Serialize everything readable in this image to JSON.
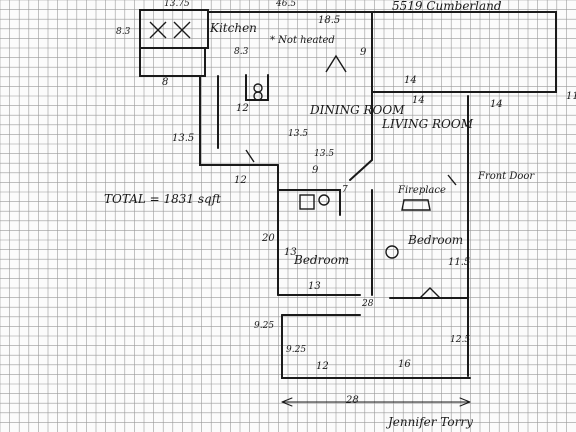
{
  "header": {
    "address": "5519 Cumberland"
  },
  "rooms": {
    "kitchen": "Kitchen",
    "dining": "DINING ROOM",
    "living": "LIVING ROOM",
    "bedroom1": "Bedroom",
    "bedroom2": "Bedroom",
    "fireplace": "Fireplace",
    "front_door": "Front Door",
    "not_heated": "* Not heated"
  },
  "summary": {
    "total": "TOTAL = 1831 sqft"
  },
  "dimensions": {
    "d_8_3_top": "8.3",
    "d_13_75": "13.75",
    "d_46_5": "46.5",
    "d_18_5": "18.5",
    "d_8_3_mid": "8.3",
    "d_9": "9",
    "d_8": "8",
    "d_12_kitchen": "12",
    "d_14_a": "14",
    "d_14_b": "14",
    "d_14_c": "14",
    "d_11": "11",
    "d_13_5_left": "13.5",
    "d_13_5_mid": "13.5",
    "d_13_5_b": "13.5",
    "d_12_left": "12",
    "d_9_bath": "9",
    "d_7": "7",
    "d_20": "20",
    "d_13_bed": "13",
    "d_11_5": "11.5",
    "d_13_bottom": "13",
    "d_28_small": "28",
    "d_9_25_a": "9.25",
    "d_9_25_b": "9.25",
    "d_12_bottom": "12",
    "d_16": "16",
    "d_12_5": "12.5",
    "d_28_overall": "28"
  },
  "footer": {
    "signature": "Jennifer Torry"
  }
}
